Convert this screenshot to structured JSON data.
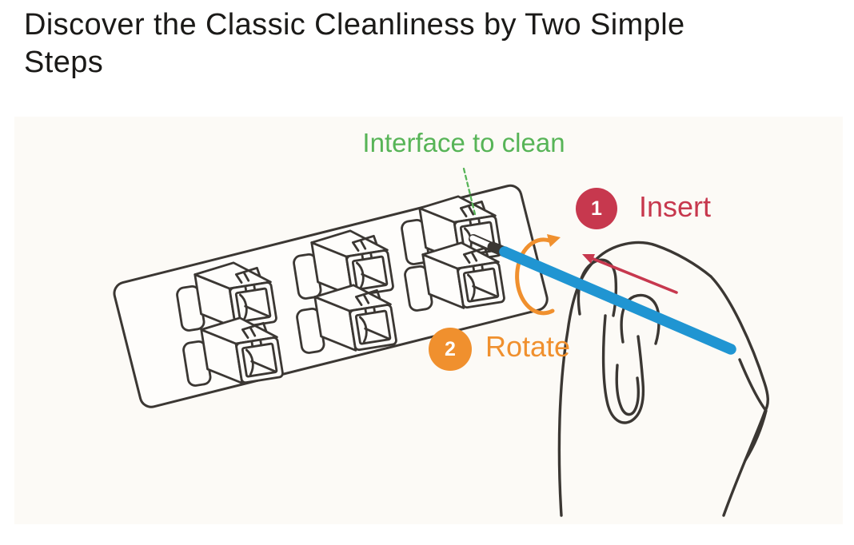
{
  "title": "Discover the Classic Cleanliness by Two Simple Steps",
  "diagram": {
    "interface_label": "Interface to clean",
    "steps": [
      {
        "number": "1",
        "label": "Insert"
      },
      {
        "number": "2",
        "label": "Rotate"
      }
    ],
    "panel": {
      "adapter_columns": 3,
      "adapter_rows": 2
    },
    "icons": {
      "rotate_arrow": "circular-arrow",
      "insert_arrow": "straight-arrow",
      "pointer_line": "green-dashed-line",
      "tool": "blue-cleaning-pen",
      "hand": "hand-outline"
    },
    "colors": {
      "label_green": "#57b457",
      "step1_red": "#c7384e",
      "step2_orange": "#f0902e",
      "pen_blue": "#2095d2",
      "line_art": "#3b3733"
    }
  }
}
